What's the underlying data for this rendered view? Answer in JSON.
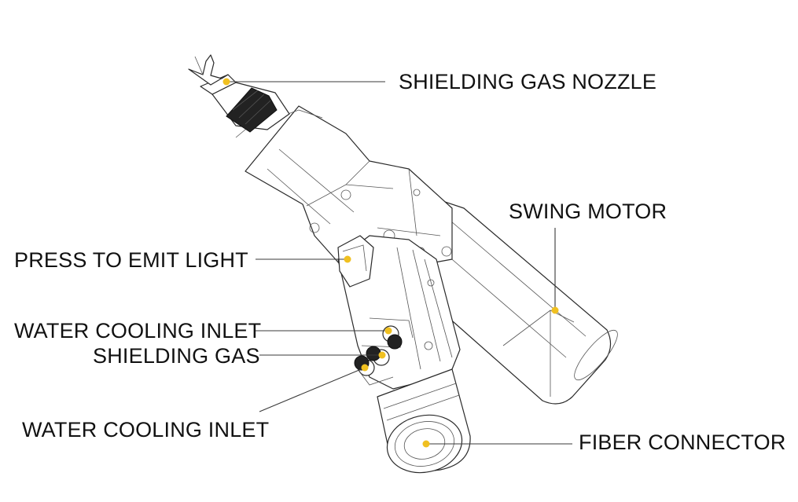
{
  "accent_color": "#f0c020",
  "callouts": [
    {
      "id": "shielding-gas-nozzle",
      "label": "SHIELDING GAS NOZZLE"
    },
    {
      "id": "swing-motor",
      "label": "SWING MOTOR"
    },
    {
      "id": "press-to-emit-light",
      "label": "PRESS TO EMIT LIGHT"
    },
    {
      "id": "water-cooling-inlet-top",
      "label": "WATER COOLING INLET"
    },
    {
      "id": "shielding-gas",
      "label": "SHIELDING GAS"
    },
    {
      "id": "water-cooling-inlet-bottom",
      "label": "WATER COOLING INLET"
    },
    {
      "id": "fiber-connector",
      "label": "FIBER CONNECTOR"
    }
  ]
}
